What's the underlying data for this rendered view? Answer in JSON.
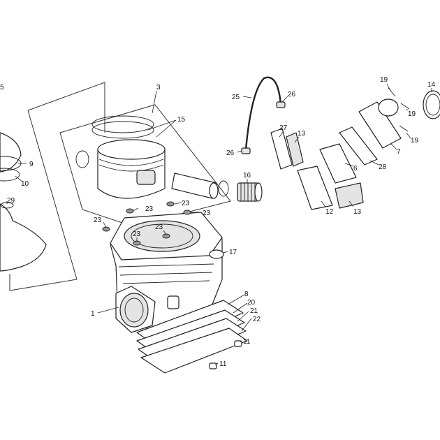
{
  "diagram": {
    "callouts": [
      {
        "id": "c5",
        "text": "5"
      },
      {
        "id": "c3",
        "text": "3"
      },
      {
        "id": "c15",
        "text": "15"
      },
      {
        "id": "c9",
        "text": "9"
      },
      {
        "id": "c10",
        "text": "10"
      },
      {
        "id": "c29",
        "text": "29"
      },
      {
        "id": "c16",
        "text": "16"
      },
      {
        "id": "c25",
        "text": "25"
      },
      {
        "id": "c26a",
        "text": "26"
      },
      {
        "id": "c26b",
        "text": "26"
      },
      {
        "id": "c27",
        "text": "27"
      },
      {
        "id": "c13a",
        "text": "13"
      },
      {
        "id": "c13b",
        "text": "13"
      },
      {
        "id": "c19a",
        "text": "19"
      },
      {
        "id": "c19b",
        "text": "19"
      },
      {
        "id": "c19c",
        "text": "19"
      },
      {
        "id": "c14",
        "text": "14"
      },
      {
        "id": "c7",
        "text": "7"
      },
      {
        "id": "c6",
        "text": "6"
      },
      {
        "id": "c28",
        "text": "28"
      },
      {
        "id": "c12",
        "text": "12"
      },
      {
        "id": "c23a",
        "text": "23"
      },
      {
        "id": "c23b",
        "text": "23"
      },
      {
        "id": "c23c",
        "text": "23"
      },
      {
        "id": "c23d",
        "text": "23"
      },
      {
        "id": "c23e",
        "text": "23"
      },
      {
        "id": "c23f",
        "text": "23"
      },
      {
        "id": "c17",
        "text": "17"
      },
      {
        "id": "c1",
        "text": "1"
      },
      {
        "id": "c8",
        "text": "8"
      },
      {
        "id": "c20",
        "text": "20"
      },
      {
        "id": "c21",
        "text": "21"
      },
      {
        "id": "c22",
        "text": "22"
      },
      {
        "id": "c11a",
        "text": "11"
      },
      {
        "id": "c11b",
        "text": "11"
      }
    ]
  }
}
